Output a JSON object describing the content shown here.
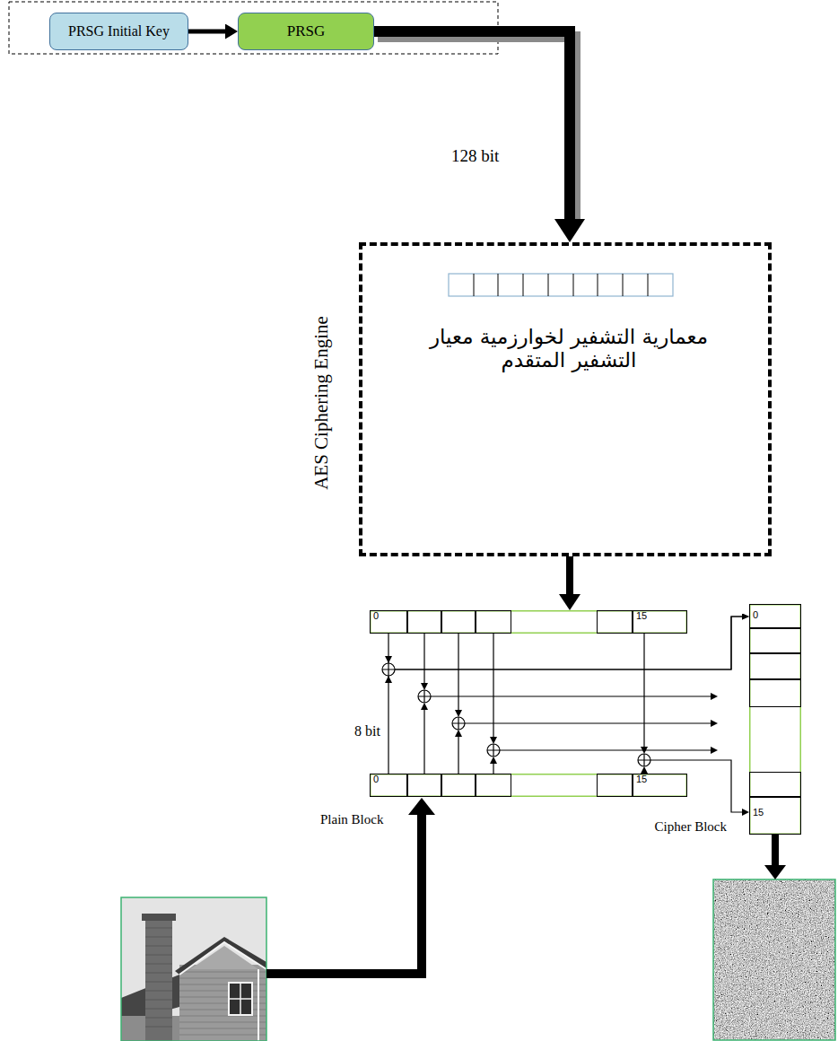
{
  "diagram": {
    "nodes": [
      {
        "text": [
          "PRSG Initial Key"
        ]
      },
      {
        "text": [
          "PRSG"
        ]
      },
      {
        "text": [
          "AES Ciphering Engine",
          "معمارية التشفير لخوارزمية معيار التشفير المتقدم"
        ]
      },
      {
        "text": [
          "0",
          "15"
        ]
      },
      {
        "text": [
          "0",
          "15",
          "Plain Block"
        ]
      },
      {
        "text": [
          "0",
          "15",
          "Cipher Block"
        ]
      }
    ],
    "edges": [
      {
        "from": 0,
        "to": 1,
        "arrow": "to"
      },
      {
        "from": 1,
        "to": 2,
        "arrow": "to",
        "label": "128 bit"
      },
      {
        "from": 2,
        "to": 3,
        "arrow": "to"
      },
      {
        "from": 3,
        "to": 5,
        "arrow": "to"
      },
      {
        "from": 4,
        "to": 5,
        "arrow": "to"
      }
    ],
    "labels": [
      "8 bit"
    ]
  }
}
